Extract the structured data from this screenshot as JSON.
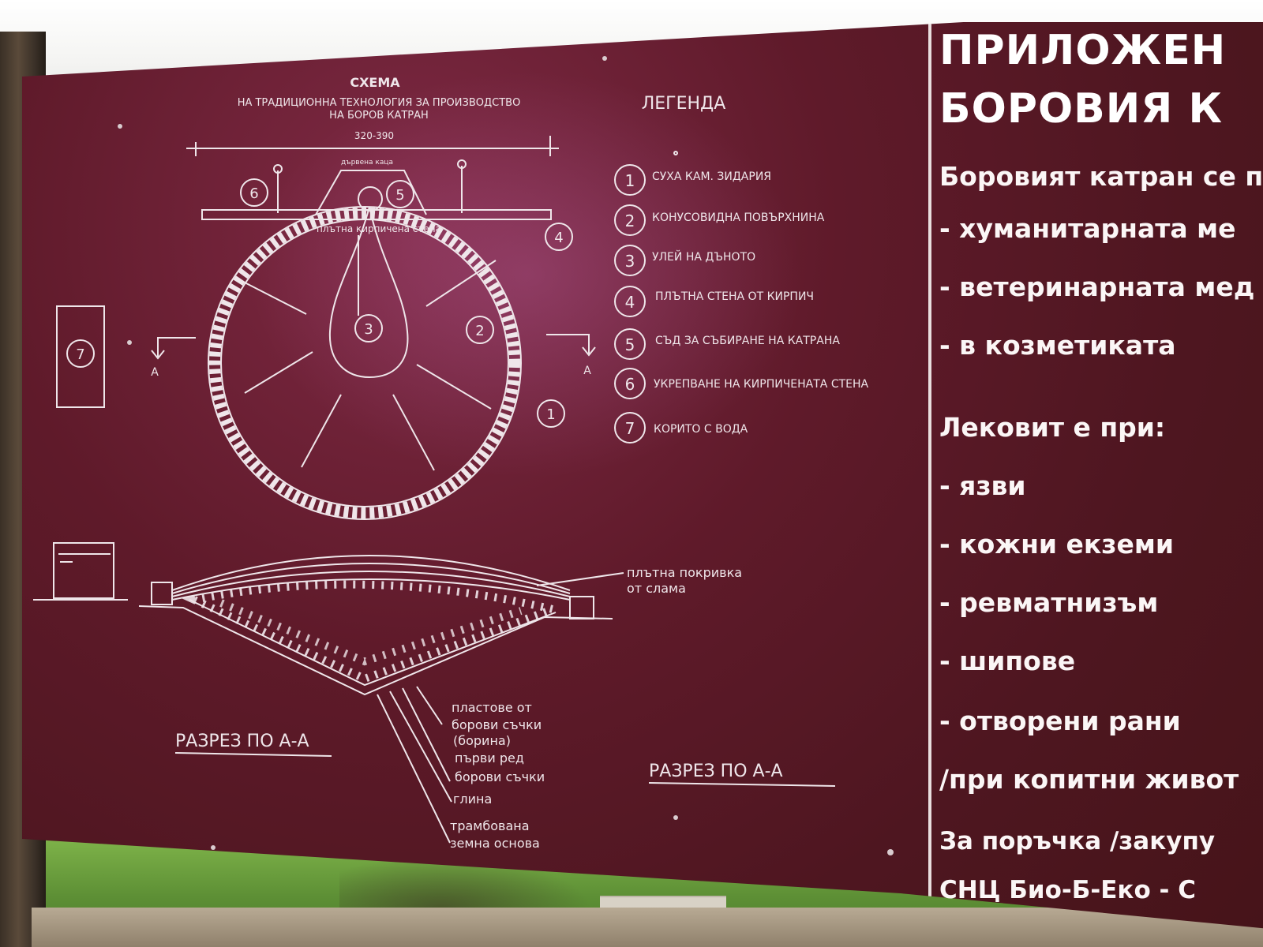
{
  "left_panel": {
    "title": "СХЕМА",
    "subtitle_line1": "НА ТРАДИЦИОННА ТЕХНОЛОГИЯ ЗА ПРОИЗВОДСТВО",
    "subtitle_line2": "НА БОРОВ КАТРАН",
    "dimension": "320-390",
    "label_lid": "дървена каца",
    "label_wall": "плътна кирпичена стена",
    "markers": {
      "m1": "1",
      "m2": "2",
      "m3": "3",
      "m4": "4",
      "m5": "5",
      "m6": "6",
      "m7": "7"
    },
    "section_arrow_left": "А",
    "section_arrow_right": "А",
    "legend_title": "ЛЕГЕНДА",
    "legend": [
      {
        "num": "1",
        "text": "СУХА КАМ. ЗИДАРИЯ"
      },
      {
        "num": "2",
        "text": "КОНУСОВИДНА ПОВЪРХНИНА"
      },
      {
        "num": "3",
        "text": "УЛЕЙ НА ДЪНОТО"
      },
      {
        "num": "4",
        "text": "ПЛЪТНА СТЕНА ОТ КИРПИЧ"
      },
      {
        "num": "5",
        "text": "СЪД ЗА СЪБИРАНЕ НА КАТРАНА"
      },
      {
        "num": "6",
        "text": "УКРЕПВАНЕ НА КИРПИЧЕНАТА СТЕНА"
      },
      {
        "num": "7",
        "text": "КОРИТО С ВОДА"
      }
    ],
    "roof_line1": "плътна покривка",
    "roof_line2": "от слама",
    "layers_line1": "пластове от",
    "layers_line2": "борови съчки",
    "layers_line3": "(борина)",
    "first_row_line1": "първи ред",
    "first_row_line2": "борови съчки",
    "clay": "глина",
    "base_line1": "трамбована",
    "base_line2": "земна основа",
    "section_label_left": "РАЗРЕЗ ПО А-А",
    "section_label_right": "РАЗРЕЗ ПО А-А"
  },
  "right_panel": {
    "heading_line1": "ПРИЛОЖЕН",
    "heading_line2": "БОРОВИЯ К",
    "intro": "Боровият катран се п",
    "uses": [
      "- хуманитарната ме",
      "- ветеринарната мед",
      "- в козметиката"
    ],
    "healing_title": "Лековит е при:",
    "conditions": [
      "- язви",
      "- кожни екземи",
      "- ревматнизъм",
      "- шипове",
      "- отворени рани"
    ],
    "animals": "/при копитни живот",
    "order_line1": "За  поръчка /закупу",
    "order_line2": "СНЦ Био-Б-Еко - С"
  },
  "colors": {
    "board": "#5f1a2a",
    "ink": "#efe6ea",
    "grass": "#6ea23f"
  }
}
